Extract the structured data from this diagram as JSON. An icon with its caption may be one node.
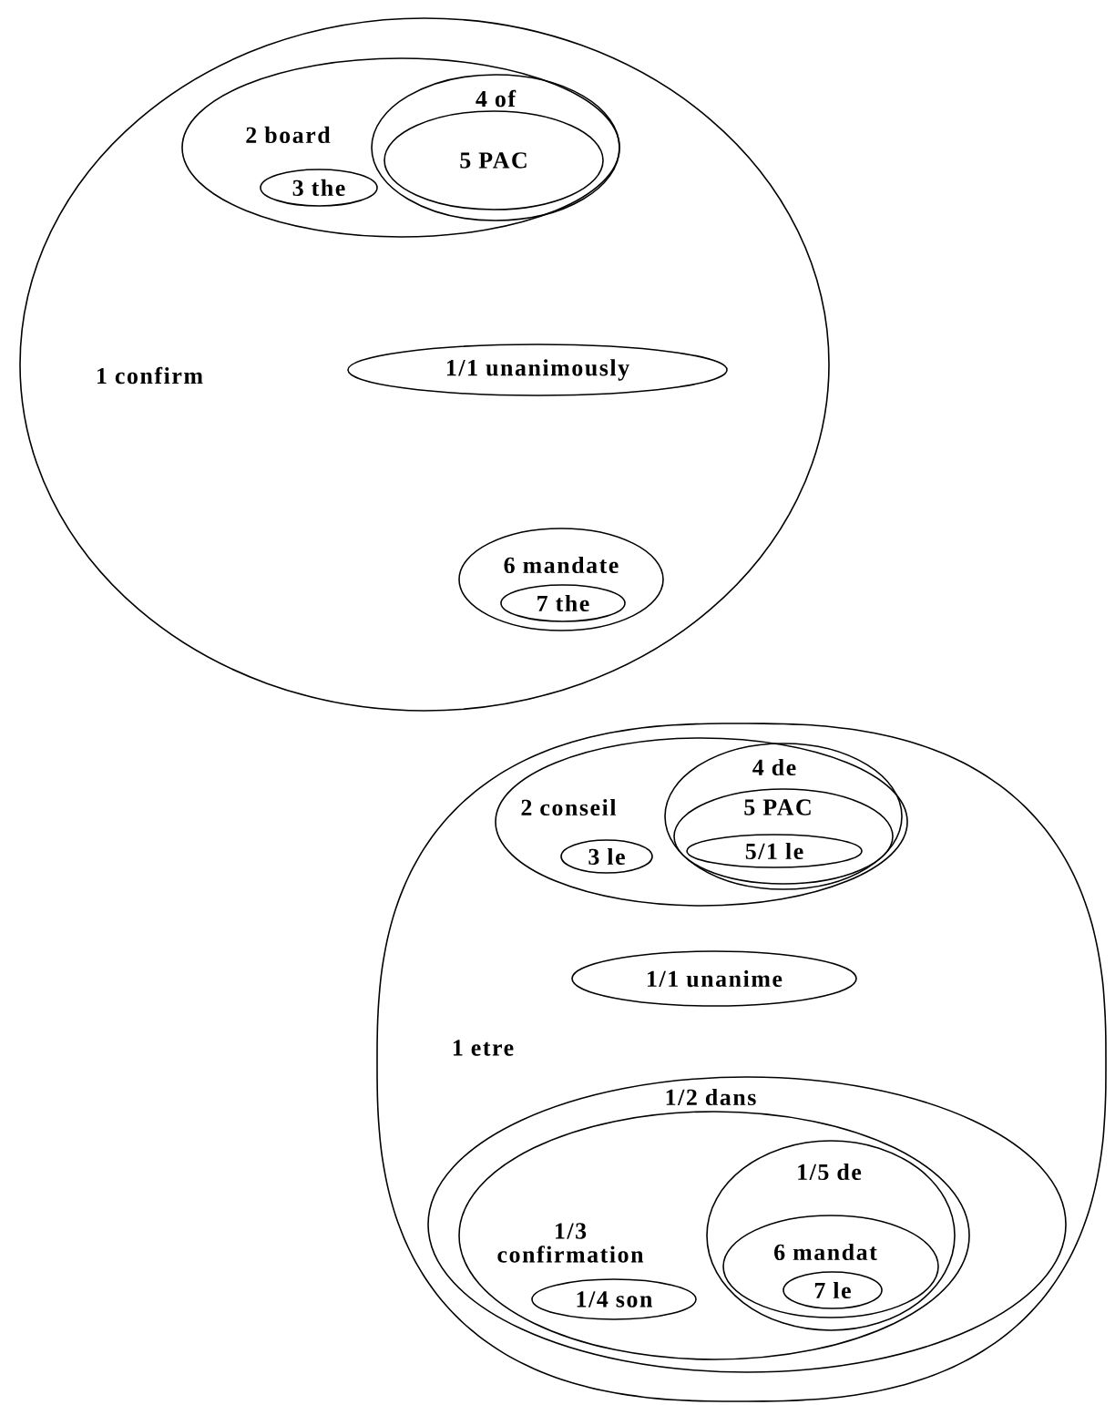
{
  "diagram": {
    "nodes": [
      {
        "text": [
          "1 confirm"
        ]
      },
      {
        "text": [
          "2 board"
        ],
        "in": 0
      },
      {
        "text": [
          "3 the"
        ],
        "in": 1
      },
      {
        "text": [
          "4 of"
        ],
        "in": 1
      },
      {
        "text": [
          "5 PAC"
        ],
        "in": 3
      },
      {
        "text": [
          "1/1 unanimously"
        ],
        "in": 0
      },
      {
        "text": [
          "6 mandate"
        ],
        "in": 0
      },
      {
        "text": [
          "7 the"
        ],
        "in": 6
      },
      {
        "text": [
          "1 etre"
        ]
      },
      {
        "text": [
          "2 conseil"
        ],
        "in": 8
      },
      {
        "text": [
          "3 le"
        ],
        "in": 9
      },
      {
        "text": [
          "4 de"
        ],
        "in": 9
      },
      {
        "text": [
          "5 PAC"
        ],
        "in": 11
      },
      {
        "text": [
          "5/1 le"
        ],
        "in": 12
      },
      {
        "text": [
          "1/1 unanime"
        ],
        "in": 8
      },
      {
        "text": [
          "1/2 dans"
        ],
        "in": 8
      },
      {
        "text": [
          "1/3 confirmation"
        ],
        "in": 15
      },
      {
        "text": [
          "1/4 son"
        ],
        "in": 16
      },
      {
        "text": [
          "1/5 de"
        ],
        "in": 16
      },
      {
        "text": [
          "6 mandat"
        ],
        "in": 18
      },
      {
        "text": [
          "7 le"
        ],
        "in": 19
      }
    ]
  }
}
